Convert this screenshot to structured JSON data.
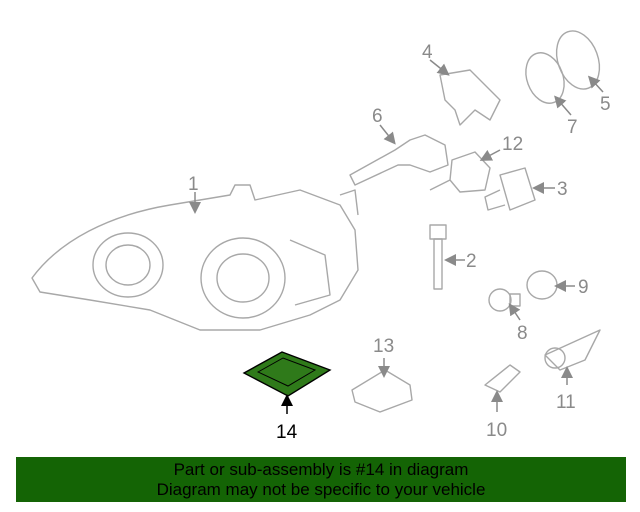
{
  "diagram": {
    "callouts": [
      "1",
      "2",
      "3",
      "4",
      "5",
      "6",
      "7",
      "8",
      "9",
      "10",
      "11",
      "12",
      "13",
      "14"
    ],
    "highlighted_part": "14",
    "highlight_color": "#2f7a1a"
  },
  "banner": {
    "line1": "Part or sub-assembly is #14 in diagram",
    "line2": "Diagram may not be specific to your vehicle",
    "color": "#146405"
  }
}
